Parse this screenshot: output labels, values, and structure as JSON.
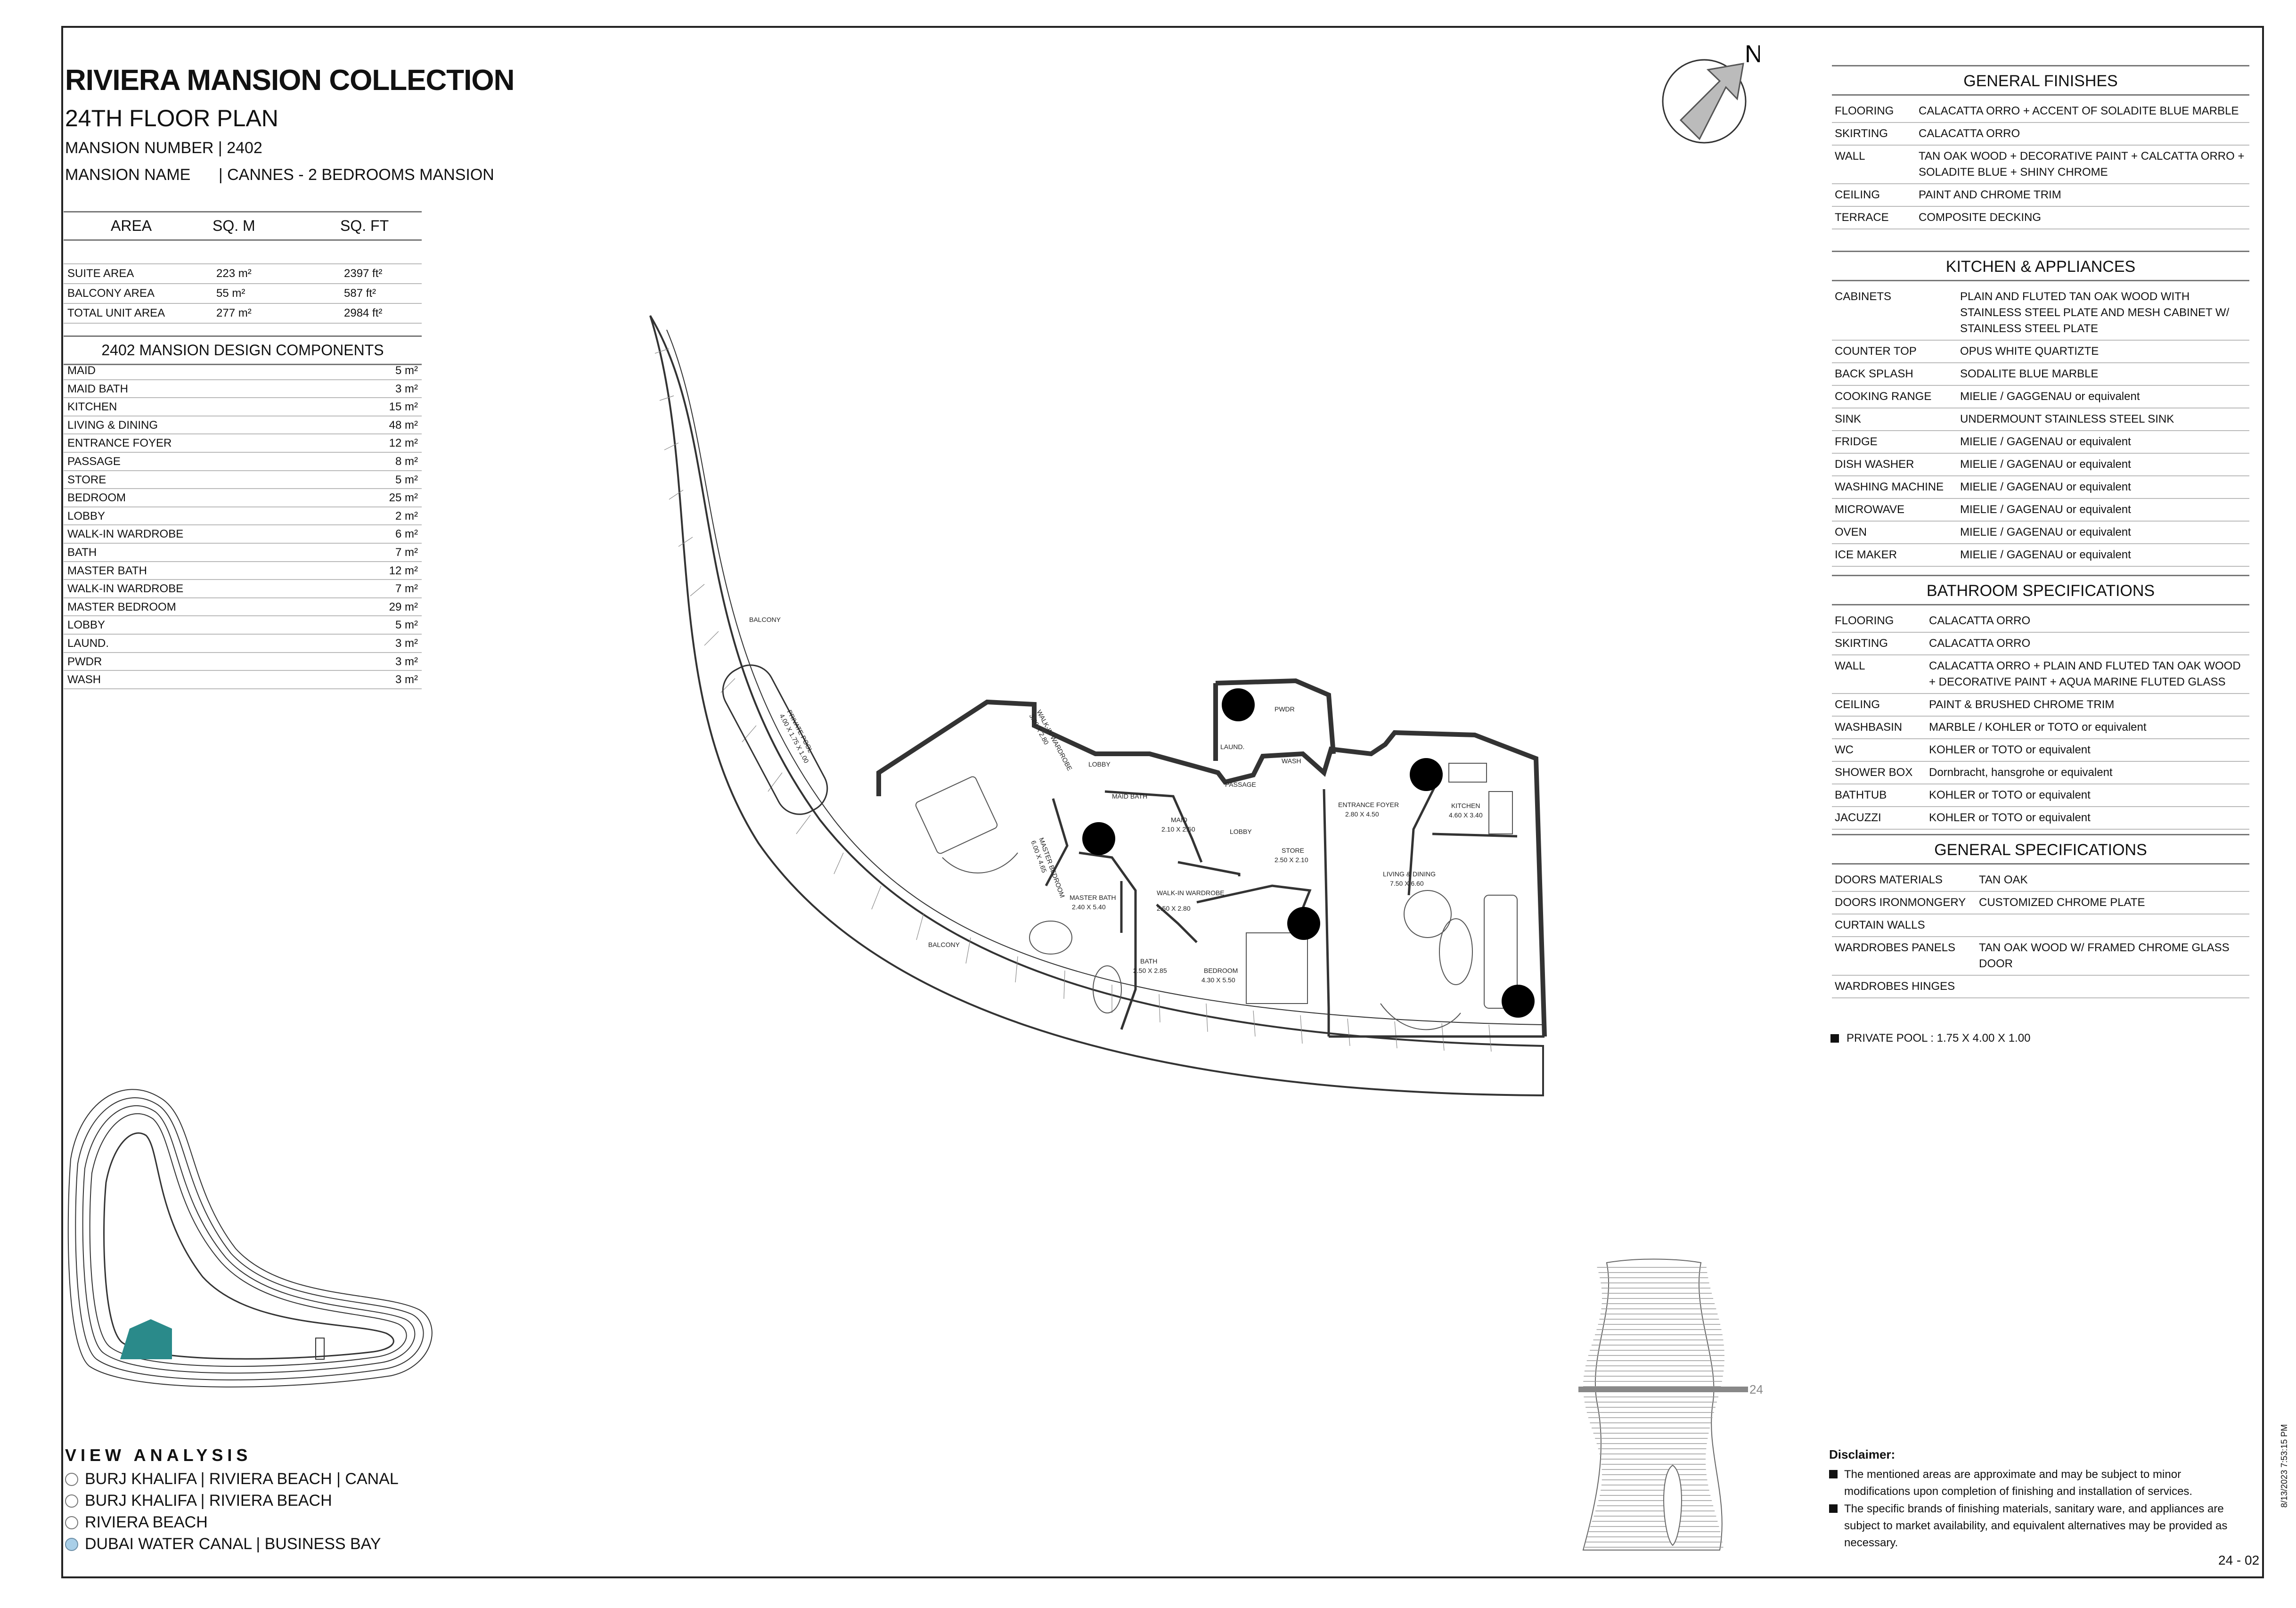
{
  "header": {
    "title": "RIVIERA MANSION COLLECTION",
    "subtitle": "24TH FLOOR PLAN",
    "mansion_number": "MANSION NUMBER | 2402",
    "mansion_name_label": "MANSION NAME",
    "mansion_name_value": "| CANNES - 2 BEDROOMS MANSION"
  },
  "area_table": {
    "headers": [
      "AREA",
      "SQ. M",
      "SQ. FT"
    ],
    "rows": [
      {
        "label": "SUITE AREA",
        "sqm": "223 m²",
        "sqft": "2397 ft²"
      },
      {
        "label": "BALCONY AREA",
        "sqm": "55 m²",
        "sqft": "587 ft²"
      },
      {
        "label": "TOTAL UNIT AREA",
        "sqm": "277 m²",
        "sqft": "2984 ft²"
      }
    ]
  },
  "components": {
    "title": "2402 MANSION DESIGN COMPONENTS",
    "items": [
      {
        "name": "MAID",
        "area": "5 m²"
      },
      {
        "name": "MAID BATH",
        "area": "3 m²"
      },
      {
        "name": "KITCHEN",
        "area": "15 m²"
      },
      {
        "name": "LIVING & DINING",
        "area": "48 m²"
      },
      {
        "name": "ENTRANCE FOYER",
        "area": "12 m²"
      },
      {
        "name": "PASSAGE",
        "area": "8 m²"
      },
      {
        "name": "STORE",
        "area": "5 m²"
      },
      {
        "name": "BEDROOM",
        "area": "25 m²"
      },
      {
        "name": "LOBBY",
        "area": "2 m²"
      },
      {
        "name": "WALK-IN WARDROBE",
        "area": "6 m²"
      },
      {
        "name": "BATH",
        "area": "7 m²"
      },
      {
        "name": "MASTER BATH",
        "area": "12 m²"
      },
      {
        "name": "WALK-IN WARDROBE",
        "area": "7 m²"
      },
      {
        "name": "MASTER BEDROOM",
        "area": "29 m²"
      },
      {
        "name": "LOBBY",
        "area": "5 m²"
      },
      {
        "name": "LAUND.",
        "area": "3 m²"
      },
      {
        "name": "PWDR",
        "area": "3 m²"
      },
      {
        "name": "WASH",
        "area": "3 m²"
      }
    ]
  },
  "compass": {
    "label": "N"
  },
  "plan_labels": {
    "balcony_top": "BALCONY",
    "balcony_bottom": "BALCONY",
    "pool": "PRIVATE POOL",
    "pool_dim": "4.00 X 1.75 X 1.00",
    "walkin_top": "WALK-IN WARDROBE",
    "walkin_top_dim": "3.20 X 2.80",
    "lobby1": "LOBBY",
    "maid_bath": "MAID BATH",
    "pwdr": "PWDR",
    "laund": "LAUND.",
    "wash": "WASH",
    "passage": "PASSAGE",
    "entrance": "ENTRANCE FOYER",
    "entrance_dim": "2.80 X 4.50",
    "kitchen": "KITCHEN",
    "kitchen_dim": "4.60 X 3.40",
    "master_bedroom": "MASTER BEDROOM",
    "master_bedroom_dim": "6.00 X 4.65",
    "maid": "MAID",
    "maid_dim": "2.10 X 2.50",
    "lobby2": "LOBBY",
    "store": "STORE",
    "store_dim": "2.50 X 2.10",
    "master_bath": "MASTER BATH",
    "master_bath_dim": "2.40 X 5.40",
    "walkin2": "WALK-IN WARDROBE",
    "walkin2_dim": "2.50 X 2.80",
    "living": "LIVING & DINING",
    "living_dim": "7.50 X 6.60",
    "bath": "BATH",
    "bath_dim": "2.50 X 2.85",
    "bedroom": "BEDROOM",
    "bedroom_dim": "4.30 X 5.50"
  },
  "floor_indicator": "24",
  "general_finishes": {
    "title": "GENERAL FINISHES",
    "rows": [
      {
        "k": "FLOORING",
        "v": "CALACATTA ORRO + ACCENT OF SOLADITE BLUE MARBLE"
      },
      {
        "k": "SKIRTING",
        "v": "CALACATTA ORRO"
      },
      {
        "k": "WALL",
        "v": "TAN OAK WOOD + DECORATIVE PAINT + CALCATTA ORRO + SOLADITE BLUE + SHINY CHROME"
      },
      {
        "k": "CEILING",
        "v": "PAINT AND CHROME TRIM"
      },
      {
        "k": "TERRACE",
        "v": "COMPOSITE DECKING"
      }
    ]
  },
  "kitchen": {
    "title": "KITCHEN & APPLIANCES",
    "rows": [
      {
        "k": "CABINETS",
        "v": "PLAIN AND FLUTED TAN OAK WOOD WITH STAINLESS STEEL PLATE AND MESH CABINET W/ STAINLESS STEEL PLATE"
      },
      {
        "k": "COUNTER TOP",
        "v": "OPUS WHITE QUARTIZTE"
      },
      {
        "k": "BACK SPLASH",
        "v": "SODALITE BLUE MARBLE"
      },
      {
        "k": "COOKING RANGE",
        "v": "MIELIE / GAGGENAU or equivalent"
      },
      {
        "k": "SINK",
        "v": "UNDERMOUNT STAINLESS STEEL SINK"
      },
      {
        "k": "FRIDGE",
        "v": "MIELIE / GAGENAU or equivalent"
      },
      {
        "k": "DISH WASHER",
        "v": "MIELIE / GAGENAU or equivalent"
      },
      {
        "k": "WASHING MACHINE",
        "v": "MIELIE / GAGENAU or equivalent"
      },
      {
        "k": "MICROWAVE",
        "v": "MIELIE / GAGENAU or equivalent"
      },
      {
        "k": "OVEN",
        "v": "MIELIE / GAGENAU or equivalent"
      },
      {
        "k": "ICE MAKER",
        "v": "MIELIE / GAGENAU or equivalent"
      }
    ]
  },
  "bathroom": {
    "title": "BATHROOM SPECIFICATIONS",
    "rows": [
      {
        "k": "FLOORING",
        "v": "CALACATTA ORRO"
      },
      {
        "k": "SKIRTING",
        "v": "CALACATTA ORRO"
      },
      {
        "k": "WALL",
        "v": "CALACATTA ORRO + PLAIN AND FLUTED TAN OAK WOOD + DECORATIVE PAINT + AQUA MARINE FLUTED GLASS"
      },
      {
        "k": "CEILING",
        "v": "PAINT & BRUSHED CHROME TRIM"
      },
      {
        "k": "WASHBASIN",
        "v": "MARBLE / KOHLER or TOTO or equivalent"
      },
      {
        "k": "WC",
        "v": "KOHLER or TOTO or equivalent"
      },
      {
        "k": "SHOWER BOX",
        "v": "Dornbracht, hansgrohe or equivalent"
      },
      {
        "k": "BATHTUB",
        "v": "KOHLER or TOTO or equivalent"
      },
      {
        "k": "JACUZZI",
        "v": "KOHLER or TOTO or equivalent"
      }
    ]
  },
  "general_specs": {
    "title": "GENERAL SPECIFICATIONS",
    "rows": [
      {
        "k": "DOORS MATERIALS",
        "v": "TAN OAK"
      },
      {
        "k": "DOORS IRONMONGERY",
        "v": "CUSTOMIZED CHROME PLATE"
      },
      {
        "k": "CURTAIN WALLS",
        "v": ""
      },
      {
        "k": "WARDROBES PANELS",
        "v": "TAN OAK WOOD W/ FRAMED CHROME GLASS DOOR"
      },
      {
        "k": "WARDROBES HINGES",
        "v": ""
      }
    ]
  },
  "pool_note": "PRIVATE POOL :  1.75 X 4.00 X 1.00",
  "view_analysis": {
    "title": "VIEW ANALYSIS",
    "items": [
      {
        "label": "BURJ KHALIFA | RIVIERA BEACH | CANAL",
        "selected": false
      },
      {
        "label": "BURJ KHALIFA | RIVIERA BEACH",
        "selected": false
      },
      {
        "label": "RIVIERA BEACH",
        "selected": false
      },
      {
        "label": "DUBAI WATER CANAL | BUSINESS BAY",
        "selected": true
      }
    ]
  },
  "disclaimer": {
    "title": "Disclaimer:",
    "items": [
      "The mentioned areas are approximate and may be subject to minor modifications  upon completion of finishing and installation of services.",
      "The specific brands of finishing materials, sanitary ware, and appliances are subject to market availability, and equivalent alternatives may be provided as necessary."
    ]
  },
  "page_number": "24 - 02",
  "timestamp": "8/13/2023 7:53:15 PM",
  "colors": {
    "view_selected": "#a9cfe8",
    "site_highlight": "#2a8a8a"
  }
}
